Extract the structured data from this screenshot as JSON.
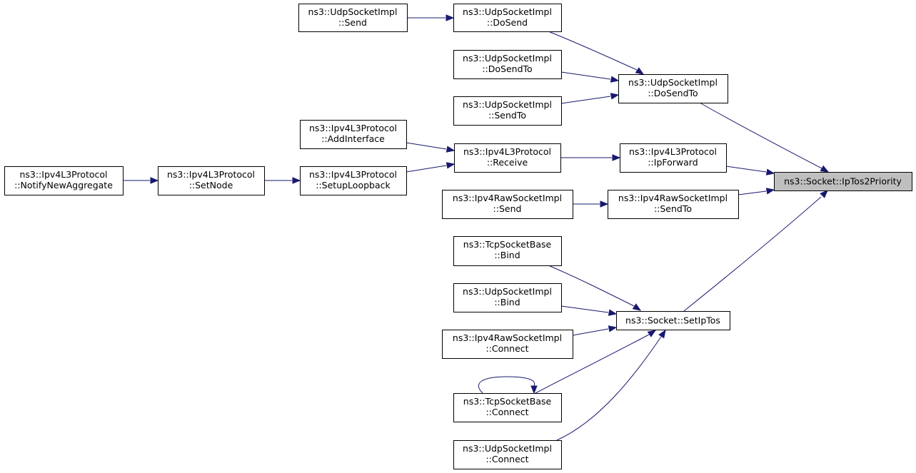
{
  "graph": {
    "nodes": [
      {
        "id": "iptos2priority",
        "line1": "ns3::Socket::IpTos2Priority",
        "line2": "",
        "root": true
      },
      {
        "id": "udp_dosendto",
        "line1": "ns3::UdpSocketImpl",
        "line2": "::DoSendTo"
      },
      {
        "id": "udp_dosend",
        "line1": "ns3::UdpSocketImpl",
        "line2": "::DoSend"
      },
      {
        "id": "udp_send",
        "line1": "ns3::UdpSocketImpl",
        "line2": "::Send"
      },
      {
        "id": "udp_dosendto2",
        "line1": "ns3::UdpSocketImpl",
        "line2": "::DoSendTo"
      },
      {
        "id": "udp_sendto",
        "line1": "ns3::UdpSocketImpl",
        "line2": "::SendTo"
      },
      {
        "id": "ipv4_ipforward",
        "line1": "ns3::Ipv4L3Protocol",
        "line2": "::IpForward"
      },
      {
        "id": "ipv4_receive",
        "line1": "ns3::Ipv4L3Protocol",
        "line2": "::Receive"
      },
      {
        "id": "ipv4_addinterface",
        "line1": "ns3::Ipv4L3Protocol",
        "line2": "::AddInterface"
      },
      {
        "id": "ipv4_setuploopback",
        "line1": "ns3::Ipv4L3Protocol",
        "line2": "::SetupLoopback"
      },
      {
        "id": "ipv4_setnode",
        "line1": "ns3::Ipv4L3Protocol",
        "line2": "::SetNode"
      },
      {
        "id": "ipv4_notify",
        "line1": "ns3::Ipv4L3Protocol",
        "line2": "::NotifyNewAggregate"
      },
      {
        "id": "raw_sendto",
        "line1": "ns3::Ipv4RawSocketImpl",
        "line2": "::SendTo"
      },
      {
        "id": "raw_send",
        "line1": "ns3::Ipv4RawSocketImpl",
        "line2": "::Send"
      },
      {
        "id": "socket_setiptos",
        "line1": "ns3::Socket::SetIpTos",
        "line2": ""
      },
      {
        "id": "tcp_bind",
        "line1": "ns3::TcpSocketBase",
        "line2": "::Bind"
      },
      {
        "id": "udp_bind",
        "line1": "ns3::UdpSocketImpl",
        "line2": "::Bind"
      },
      {
        "id": "raw_connect",
        "line1": "ns3::Ipv4RawSocketImpl",
        "line2": "::Connect"
      },
      {
        "id": "tcp_connect",
        "line1": "ns3::TcpSocketBase",
        "line2": "::Connect"
      },
      {
        "id": "udp_connect",
        "line1": "ns3::UdpSocketImpl",
        "line2": "::Connect"
      }
    ],
    "edges": [
      {
        "from": "udp_send",
        "to": "udp_dosend"
      },
      {
        "from": "udp_dosend",
        "to": "udp_dosendto"
      },
      {
        "from": "udp_dosendto2",
        "to": "udp_dosendto"
      },
      {
        "from": "udp_sendto",
        "to": "udp_dosendto"
      },
      {
        "from": "udp_dosendto",
        "to": "iptos2priority"
      },
      {
        "from": "ipv4_addinterface",
        "to": "ipv4_receive"
      },
      {
        "from": "ipv4_setuploopback",
        "to": "ipv4_receive"
      },
      {
        "from": "ipv4_setnode",
        "to": "ipv4_setuploopback"
      },
      {
        "from": "ipv4_notify",
        "to": "ipv4_setnode"
      },
      {
        "from": "ipv4_receive",
        "to": "ipv4_ipforward"
      },
      {
        "from": "ipv4_ipforward",
        "to": "iptos2priority"
      },
      {
        "from": "raw_send",
        "to": "raw_sendto"
      },
      {
        "from": "raw_sendto",
        "to": "iptos2priority"
      },
      {
        "from": "tcp_bind",
        "to": "socket_setiptos"
      },
      {
        "from": "udp_bind",
        "to": "socket_setiptos"
      },
      {
        "from": "raw_connect",
        "to": "socket_setiptos"
      },
      {
        "from": "tcp_connect",
        "to": "socket_setiptos"
      },
      {
        "from": "tcp_connect",
        "to": "tcp_connect"
      },
      {
        "from": "udp_connect",
        "to": "socket_setiptos"
      },
      {
        "from": "socket_setiptos",
        "to": "iptos2priority"
      }
    ]
  }
}
